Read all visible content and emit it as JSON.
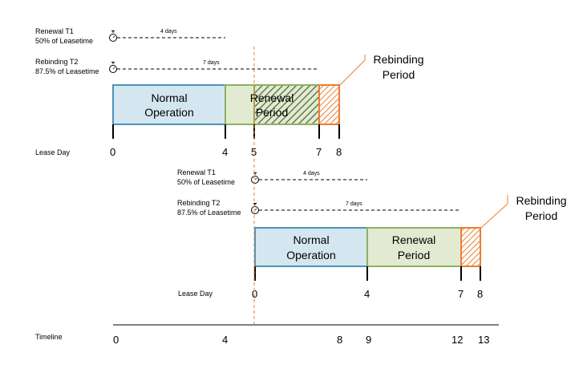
{
  "colors": {
    "normal_fill": "#d4e6f0",
    "normal_stroke": "#4d93b8",
    "renewal_fill": "#e2ebd2",
    "renewal_stroke": "#8db063",
    "rebinding_stroke": "#ed7d31",
    "dashed_red": "#ed7d31",
    "hatch_dark": "#4a6b3a"
  },
  "top": {
    "renewal_label_1": "Renewal T1",
    "renewal_label_2": "50% of Leasetime",
    "renewal_duration": "4 days",
    "rebinding_label_1": "Rebinding T2",
    "rebinding_label_2": "87.5% of Leasetime",
    "rebinding_duration": "7 days",
    "normal_line1": "Normal",
    "normal_line2": "Operation",
    "renewal_line1": "Renewal",
    "renewal_line2": "Period",
    "rebinding_callout_1": "Rebinding",
    "rebinding_callout_2": "Period",
    "lease_day_label": "Lease Day",
    "ticks": [
      "0",
      "4",
      "5",
      "7",
      "8"
    ]
  },
  "bottom": {
    "renewal_label_1": "Renewal T1",
    "renewal_label_2": "50% of Leasetime",
    "renewal_duration": "4 days",
    "rebinding_label_1": "Rebinding T2",
    "rebinding_label_2": "87.5% of Leasetime",
    "rebinding_duration": "7 days",
    "normal_line1": "Normal",
    "normal_line2": "Operation",
    "renewal_line1": "Renewal",
    "renewal_line2": "Period",
    "rebinding_callout_1": "Rebinding",
    "rebinding_callout_2": "Period",
    "lease_day_label": "Lease Day",
    "ticks": [
      "0",
      "4",
      "7",
      "8"
    ]
  },
  "timeline": {
    "label": "Timeline",
    "ticks": [
      "0",
      "4",
      "8",
      "9",
      "12",
      "13"
    ]
  }
}
